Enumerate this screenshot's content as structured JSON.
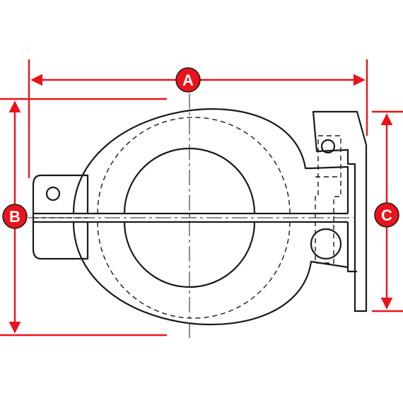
{
  "colors": {
    "dimension": "#e8131b",
    "outline": "#1a1a1a",
    "background": "#ffffff"
  },
  "dimensions": [
    {
      "label": "A",
      "axis": "horizontal"
    },
    {
      "label": "B",
      "axis": "vertical"
    },
    {
      "label": "C",
      "axis": "vertical"
    }
  ]
}
